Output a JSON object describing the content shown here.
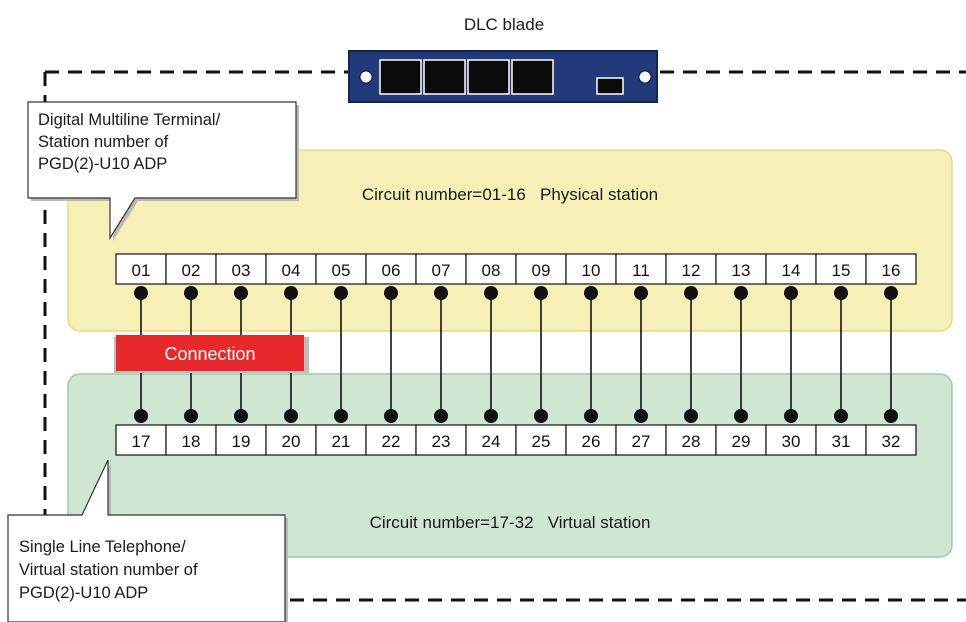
{
  "blade_label": "DLC blade",
  "physical_zone": {
    "label": "Circuit number=01-16   Physical station",
    "color": "#f6f0b6"
  },
  "virtual_zone": {
    "label": "Circuit number=17-32   Virtual station",
    "color": "#cfe6d3"
  },
  "connection_label": "Connection",
  "connection_color": "#e8292c",
  "callout_top": [
    "Digital Multiline Terminal/",
    "Station number of",
    "PGD(2)-U10 ADP"
  ],
  "callout_bottom": [
    "Single Line Telephone/",
    "Virtual station number of",
    "PGD(2)-U10 ADP"
  ],
  "top_ports": [
    "01",
    "02",
    "03",
    "04",
    "05",
    "06",
    "07",
    "08",
    "09",
    "10",
    "11",
    "12",
    "13",
    "14",
    "15",
    "16"
  ],
  "bottom_ports": [
    "17",
    "18",
    "19",
    "20",
    "21",
    "22",
    "23",
    "24",
    "25",
    "26",
    "27",
    "28",
    "29",
    "30",
    "31",
    "32"
  ]
}
